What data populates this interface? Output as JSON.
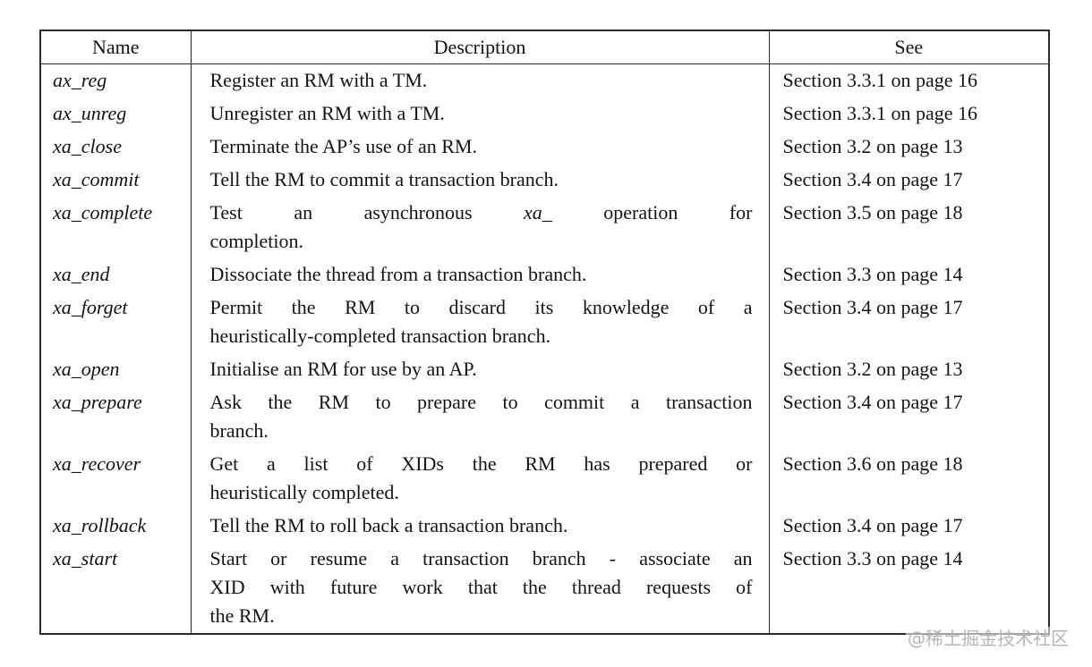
{
  "table": {
    "headers": {
      "name": "Name",
      "description": "Description",
      "see": "See"
    },
    "rows": [
      {
        "name": "ax_reg",
        "description": "Register an RM with a TM.",
        "see": "Section 3.3.1 on page 16"
      },
      {
        "name": "ax_unreg",
        "description": "Unregister an RM with a TM.",
        "see": "Section 3.3.1 on page 16"
      },
      {
        "name": "xa_close",
        "description": "Terminate the AP’s use of an RM.",
        "see": "Section 3.2 on page 13"
      },
      {
        "name": "xa_commit",
        "description": "Tell the RM to commit a transaction branch.",
        "see": "Section 3.4 on page 17"
      },
      {
        "name": "xa_complete",
        "description": "Test an asynchronous xa_ operation for completion.",
        "see": "Section 3.5 on page 18",
        "line0_parts": {
          "pre": "Test an asynchronous ",
          "italic": "xa_",
          "post": " operation for"
        },
        "lines": [
          "Test an asynchronous xa_ operation for",
          "completion."
        ]
      },
      {
        "name": "xa_end",
        "description": "Dissociate the thread from a transaction branch.",
        "see": "Section 3.3 on page 14"
      },
      {
        "name": "xa_forget",
        "description": "Permit the RM to discard its knowledge of a heuristically-completed transaction branch.",
        "see": "Section 3.4 on page 17",
        "lines": [
          "Permit the RM to discard its knowledge of a",
          "heuristically-completed transaction branch."
        ]
      },
      {
        "name": "xa_open",
        "description": "Initialise an RM for use by an AP.",
        "see": "Section 3.2 on page 13"
      },
      {
        "name": "xa_prepare",
        "description": "Ask the RM to prepare to commit a transaction branch.",
        "see": "Section 3.4 on page 17",
        "lines": [
          "Ask the RM to prepare to commit a transaction",
          "branch."
        ]
      },
      {
        "name": "xa_recover",
        "description": "Get a list of XIDs the RM has prepared or heuristically completed.",
        "see": "Section 3.6 on page 18",
        "lines": [
          "Get a list of XIDs the RM has prepared or",
          "heuristically completed."
        ]
      },
      {
        "name": "xa_rollback",
        "description": "Tell the RM to roll back a transaction branch.",
        "see": "Section 3.4 on page 17"
      },
      {
        "name": "xa_start",
        "description": "Start or resume a transaction branch - associate an XID with future work that the thread requests of the RM.",
        "see": "Section 3.3 on page 14",
        "lines": [
          "Start or resume a transaction branch - associate an",
          "XID with future work that the thread requests of",
          "the RM."
        ]
      }
    ]
  },
  "watermark": "@稀土掘金技术社区",
  "colors": {
    "text": "#141414",
    "border": "#2b2b2b",
    "background": "#ffffff",
    "watermark": "#b5b5b5"
  }
}
